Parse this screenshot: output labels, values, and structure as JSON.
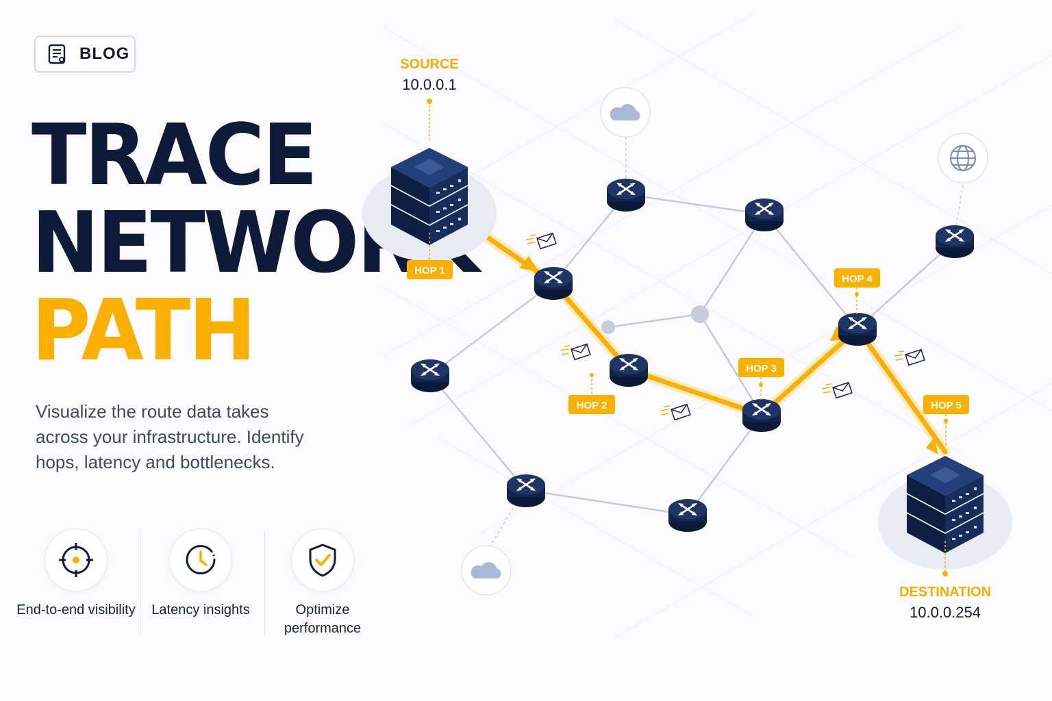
{
  "badge": {
    "label": "BLOG",
    "icon": "document-icon"
  },
  "hero": {
    "line1": "TRACE",
    "line2": "NETWORK",
    "line3": "PATH",
    "description": "Visualize the route data takes across your infrastructure. Identify hops, latency and bottlenecks."
  },
  "features": [
    {
      "label": "End-to-end visibility",
      "icon": "target-icon"
    },
    {
      "label": "Latency insights",
      "icon": "clock-icon"
    },
    {
      "label": "Optimize performance",
      "icon": "shield-check-icon"
    }
  ],
  "diagram": {
    "source": {
      "label": "SOURCE",
      "ip": "10.0.0.1"
    },
    "destination": {
      "label": "DESTINATION",
      "ip": "10.0.0.254"
    },
    "hops": [
      "HOP 1",
      "HOP 2",
      "HOP 3",
      "HOP 4",
      "HOP 5"
    ]
  },
  "colors": {
    "accent": "#f9b000",
    "navy": "#14264d",
    "link": "#c4cad8",
    "text": "#0f1d3a"
  }
}
